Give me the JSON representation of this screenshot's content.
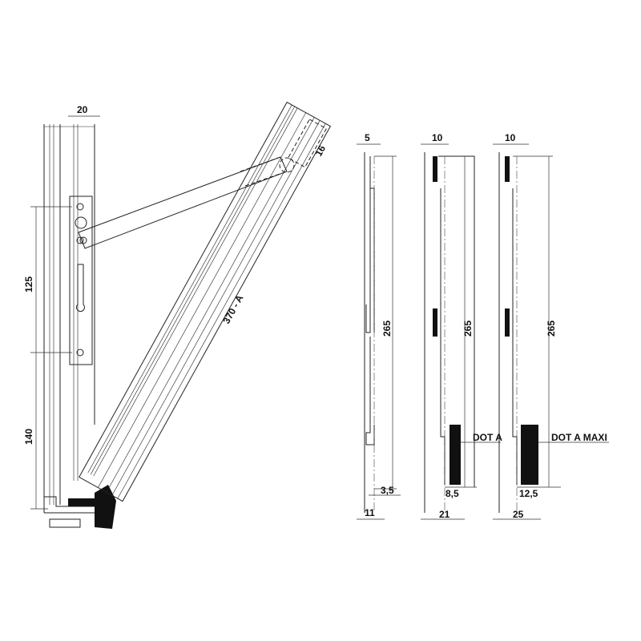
{
  "left_assembly": {
    "dim_frame_width": "20",
    "dim_upper": "125",
    "dim_lower": "140",
    "dim_pivot": "16",
    "dim_sash_length": "370 - A"
  },
  "side_views": [
    {
      "dim_top": "5",
      "dim_height": "265",
      "dim_offset": "3,5",
      "dim_total": "11",
      "label": ""
    },
    {
      "dim_top": "10",
      "dim_height": "265",
      "dim_offset": "8,5",
      "dim_total": "21",
      "label": "DOT A"
    },
    {
      "dim_top": "10",
      "dim_height": "265",
      "dim_offset": "12,5",
      "dim_total": "25",
      "label": "DOT A MAXI"
    }
  ]
}
